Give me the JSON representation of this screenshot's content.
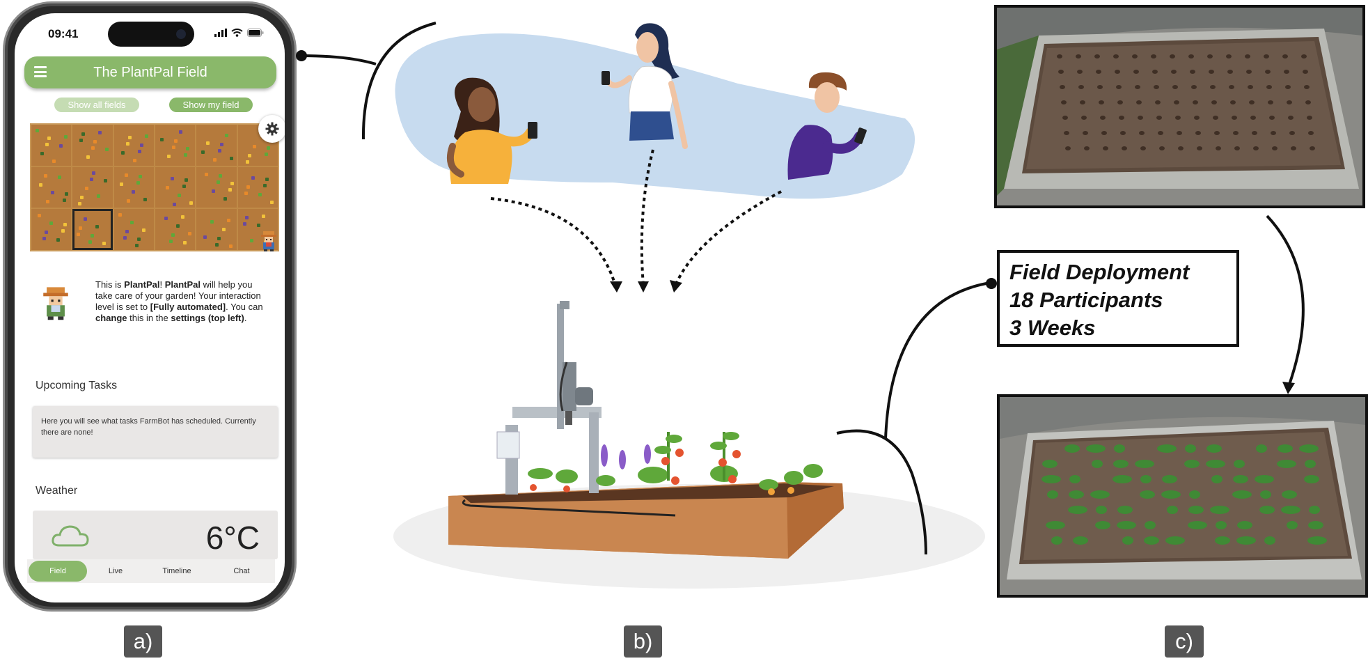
{
  "phone": {
    "status_time": "09:41",
    "app_title": "The PlantPal Field",
    "buttons": {
      "show_all": "Show all fields",
      "show_mine": "Show my field"
    },
    "info": {
      "t1": "This is ",
      "b1": "PlantPal",
      "t2": "! ",
      "b2": "PlantPal",
      "t3": " will help you take care of your garden! Your interaction level is set to ",
      "b3": "[Fully automated]",
      "t4": ". You can ",
      "b4": "change",
      "t5": " this in the ",
      "b5": "settings (top left)",
      "t6": "."
    },
    "upcoming_title": "Upcoming Tasks",
    "tasks_text": "Here you will see what tasks FarmBot has scheduled. Currently there are none!",
    "weather_title": "Weather",
    "temperature": "6°C",
    "nav": [
      "Field",
      "Live",
      "Timeline",
      "Chat"
    ],
    "accent_color": "#8ab86a"
  },
  "labels": {
    "a": "a)",
    "b": "b)",
    "c": "c)"
  },
  "deployment": {
    "line1": "Field Deployment",
    "line2": "18 Participants",
    "line3": "3 Weeks"
  },
  "icons": [
    "menu-icon",
    "gear-icon",
    "cloud-icon",
    "signal-icon",
    "wifi-icon",
    "battery-icon",
    "farmer-icon"
  ]
}
